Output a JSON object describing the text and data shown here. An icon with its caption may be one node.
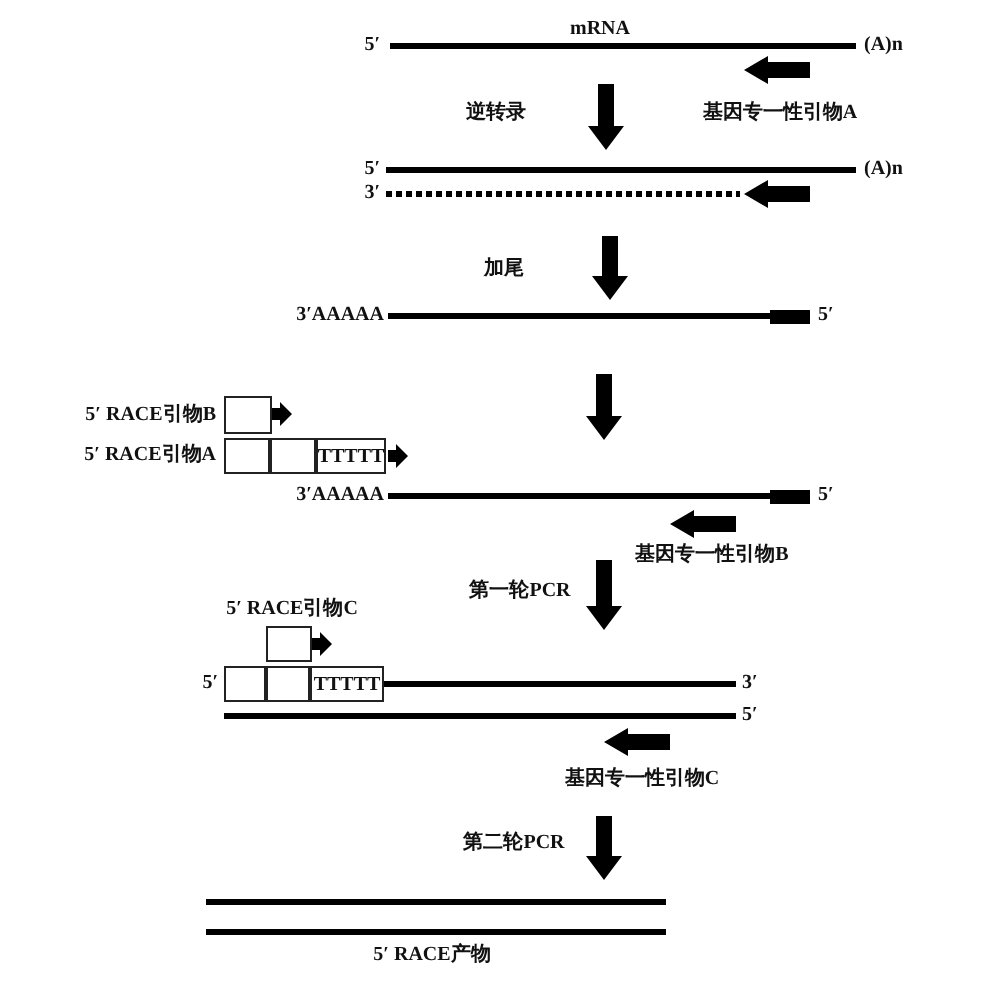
{
  "diagram": {
    "nodes": [
      {
        "text": [],
        "shape": "box"
      },
      {
        "text": [],
        "shape": "box"
      },
      {
        "text": [],
        "shape": "box"
      },
      {
        "text": [
          "TTTTT"
        ]
      },
      {
        "text": [],
        "shape": "box"
      },
      {
        "text": [],
        "shape": "box"
      },
      {
        "text": [],
        "shape": "box"
      },
      {
        "text": [
          "TTTTT"
        ]
      }
    ],
    "labels": [
      "mRNA",
      "5′",
      "(A)n",
      "逆转录",
      "基因专一性引物A",
      "5′",
      "(A)n",
      "3′",
      "加尾",
      "3′AAAAA",
      "5′",
      "5′ RACE引物B",
      "5′ RACE引物A",
      "3′AAAAA",
      "5′",
      "基因专一性引物B",
      "第一轮PCR",
      "5′ RACE引物C",
      "5′",
      "3′",
      "5′",
      "基因专一性引物C",
      "第二轮PCR",
      "5′ RACE产物"
    ]
  }
}
